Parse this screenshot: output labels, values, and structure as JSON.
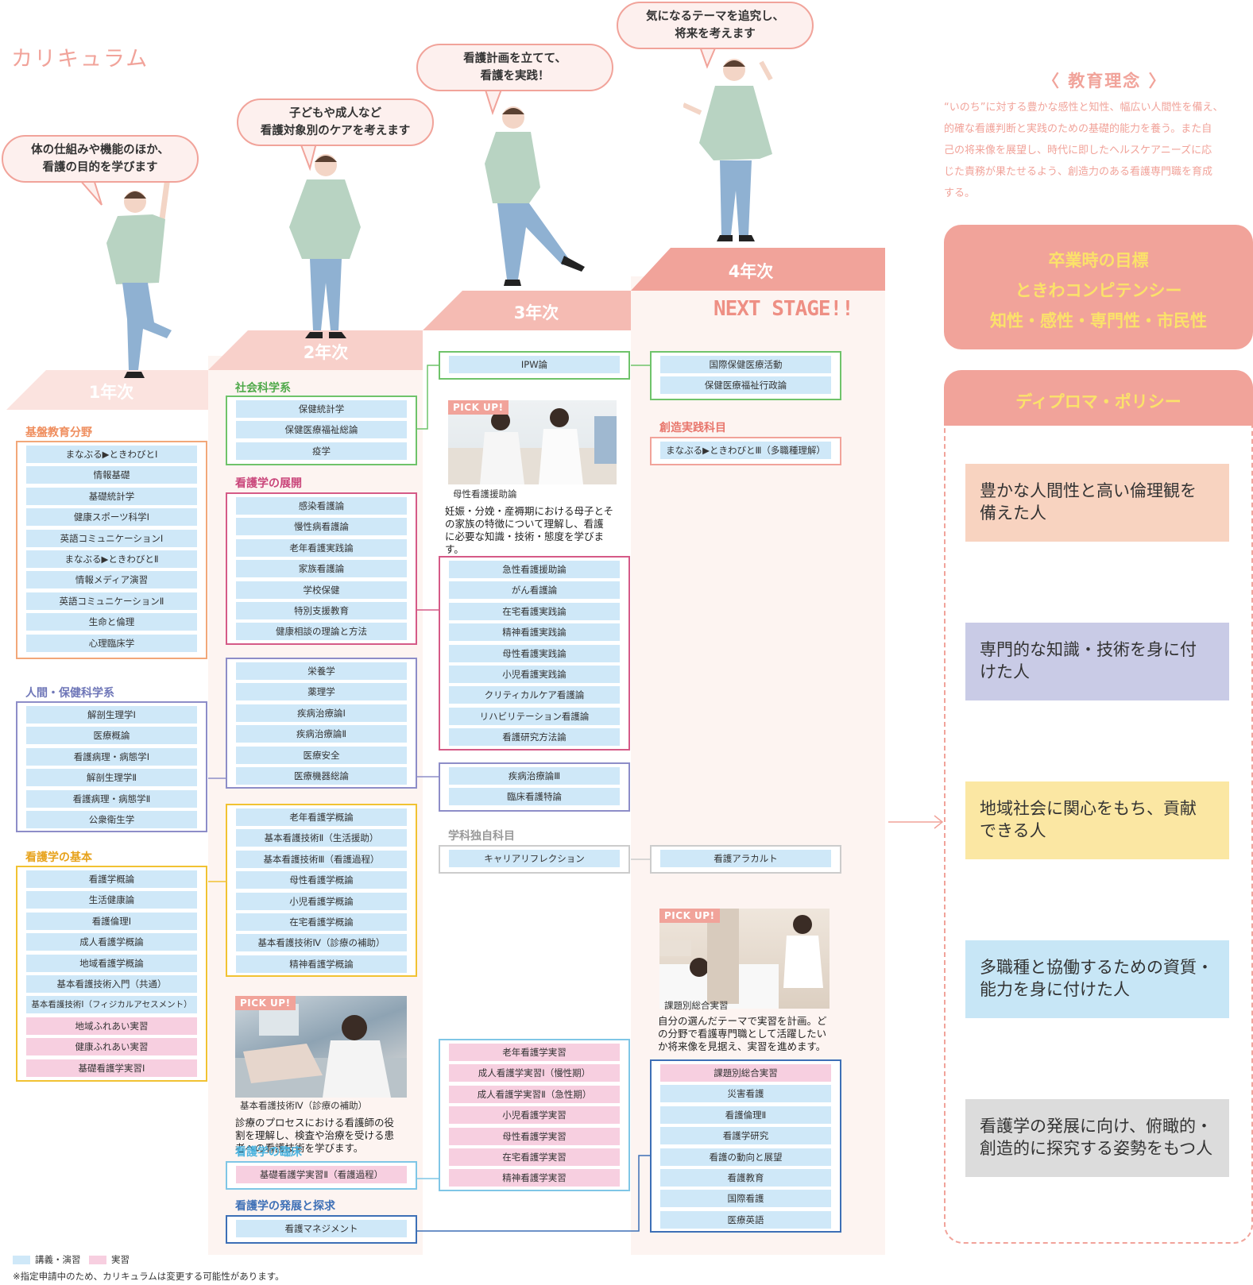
{
  "page_title": "カリキュラム",
  "colors": {
    "accent": "#f1a39a",
    "lecture": "#cfe8f8",
    "practice": "#f7cfe0",
    "dp1": "#f8d3c0",
    "dp2": "#c9cbe6",
    "dp3": "#fbe7a3",
    "dp4": "#c7e6f6",
    "dp5": "#dcdcdc"
  },
  "speech_bubbles": [
    "体の仕組みや機能のほか、\n看護の目的を学びます",
    "子どもや成人など\n看護対象別のケアを考えます",
    "看護計画を立てて、\n看護を実践！",
    "気になるテーマを追究し、\n将来を考えます"
  ],
  "years": [
    "1年次",
    "2年次",
    "3年次",
    "4年次"
  ],
  "next_stage": "NEXT STAGE!!",
  "year1": {
    "kiban": {
      "title": "基盤教育分野",
      "items": [
        "まなぶる▶ときわびとⅠ",
        "情報基礎",
        "基礎統計学",
        "健康スポーツ科学Ⅰ",
        "英語コミュニケーションⅠ",
        "まなぶる▶ときわびとⅡ",
        "情報メディア演習",
        "英語コミュニケーションⅡ",
        "生命と倫理",
        "心理臨床学"
      ]
    },
    "ningen": {
      "title": "人間・保健科学系",
      "items": [
        "解剖生理学Ⅰ",
        "医療概論",
        "看護病理・病態学Ⅰ",
        "解剖生理学Ⅱ",
        "看護病理・病態学Ⅱ",
        "公衆衛生学"
      ]
    },
    "kihon": {
      "title": "看護学の基本",
      "lecture": [
        "看護学概論",
        "生活健康論",
        "看護倫理Ⅰ",
        "成人看護学概論",
        "地域看護学概論",
        "基本看護技術入門（共通）",
        "基本看護技術Ⅰ（フィジカルアセスメント）"
      ],
      "practice": [
        "地域ふれあい実習",
        "健康ふれあい実習",
        "基礎看護学実習Ⅰ"
      ]
    }
  },
  "year2": {
    "shakai": {
      "title": "社会科学系",
      "items": [
        "保健統計学",
        "保健医療福祉総論",
        "疫学"
      ]
    },
    "tenkai": {
      "title": "看護学の展開",
      "items": [
        "感染看護論",
        "慢性病看護論",
        "老年看護実践論",
        "家族看護論",
        "学校保健",
        "特別支援教育",
        "健康相談の理論と方法"
      ]
    },
    "ningen": {
      "items": [
        "栄養学",
        "薬理学",
        "疾病治療論Ⅰ",
        "疾病治療論Ⅱ",
        "医療安全",
        "医療機器総論"
      ]
    },
    "kihon": {
      "items": [
        "老年看護学概論",
        "基本看護技術Ⅱ（生活援助）",
        "基本看護技術Ⅲ（看護過程）",
        "母性看護学概論",
        "小児看護学概論",
        "在宅看護学概論",
        "基本看護技術Ⅳ（診療の補助）",
        "精神看護学概論"
      ]
    },
    "pickup": {
      "tag": "PICK UP!",
      "caption": "基本看護技術Ⅳ（診療の補助）",
      "desc": "診療のプロセスにおける看護師の役\n割を理解し、検査や治療を受ける患\n者への看護技術を学びます。"
    },
    "rinsho": {
      "title": "看護学の臨床",
      "items": [
        "基礎看護学実習Ⅱ（看護過程）"
      ]
    },
    "hatten": {
      "title": "看護学の発展と探求",
      "items": [
        "看護マネジメント"
      ]
    }
  },
  "year3": {
    "ipw": {
      "items": [
        "IPW論"
      ]
    },
    "pickup": {
      "tag": "PICK UP!",
      "caption": "母性看護援助論",
      "desc": "妊娠・分娩・産褥期における母子とそ\nの家族の特徴について理解し、看護\nに必要な知識・技術・態度を学びます。"
    },
    "tenkai": {
      "items": [
        "急性看護援助論",
        "がん看護論",
        "在宅看護実践論",
        "精神看護実践論",
        "母性看護実践論",
        "小児看護実践論",
        "クリティカルケア看護論",
        "リハビリテーション看護論",
        "看護研究方法論"
      ]
    },
    "ningen": {
      "items": [
        "疾病治療論Ⅲ",
        "臨床看護特論"
      ]
    },
    "dokuji": {
      "title": "学科独自科目",
      "items": [
        "キャリアリフレクション"
      ]
    },
    "jisshu": {
      "items": [
        "老年看護学実習",
        "成人看護学実習Ⅰ（慢性期）",
        "成人看護学実習Ⅱ（急性期）",
        "小児看護学実習",
        "母性看護学実習",
        "在宅看護学実習",
        "精神看護学実習"
      ]
    }
  },
  "year4": {
    "shakai": {
      "items": [
        "国際保健医療活動",
        "保健医療福祉行政論"
      ]
    },
    "sozo": {
      "title": "創造実践科目",
      "items": [
        "まなぶる▶ときわびとⅢ（多職種理解）"
      ]
    },
    "dokuji": {
      "items": [
        "看護アラカルト"
      ]
    },
    "pickup": {
      "tag": "PICK UP!",
      "caption": "課題別総合実習",
      "desc": "自分の選んだテーマで実習を計画。ど\nの分野で看護専門職として活躍したい\nか将来像を見据え、実習を進めます。"
    },
    "final": {
      "practice": [
        "課題別総合実習"
      ],
      "lecture": [
        "災害看護",
        "看護倫理Ⅱ",
        "看護学研究",
        "看護の動向と展望",
        "看護教育",
        "国際看護",
        "医療英語"
      ]
    }
  },
  "philosophy": {
    "title": "〈 教育理念 〉",
    "text": "“いのち”に対する豊かな感性と知性、幅広い人間性を備え、\n的確な看護判断と実践のための基礎的能力を養う。また自\n己の将来像を展望し、時代に即したヘルスケアニーズに応\nじた責務が果たせるよう、創造力のある看護専門職を育成\nする。"
  },
  "goal": {
    "lines": [
      "卒業時の目標",
      "ときわコンピテンシー",
      "知性・感性・専門性・市民性"
    ]
  },
  "diploma": {
    "title": "ディプロマ・ポリシー",
    "items": [
      "豊かな人間性と高い倫理観を\n備えた人",
      "専門的な知識・技術を身に付\nけた人",
      "地域社会に関心をもち、貢献\nできる人",
      "多職種と協働するための資質・\n能力を身に付けた人",
      "看護学の発展に向け、俯瞰的・\n創造的に探究する姿勢をもつ人"
    ]
  },
  "legend": {
    "lecture": "講義・演習",
    "practice": "実習"
  },
  "footnote": "※指定申請中のため、カリキュラムは変更する可能性があります。"
}
